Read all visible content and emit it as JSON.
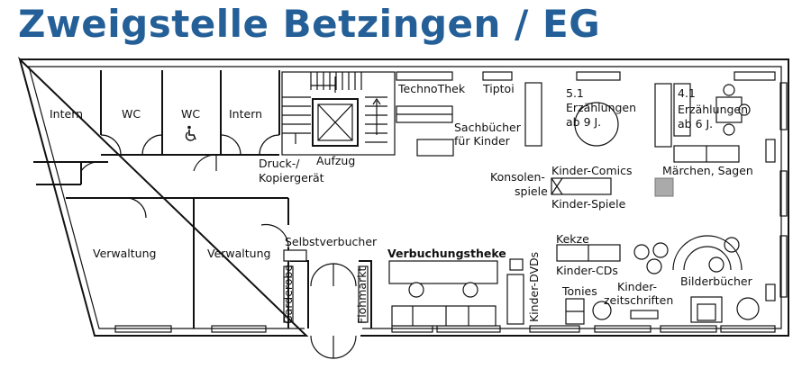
{
  "title": "Zweigstelle Betzingen / EG",
  "rooms": {
    "intern_left": "Intern",
    "wc_1": "WC",
    "wc_2": "WC",
    "intern_right": "Intern",
    "druck": "Druck-/",
    "kopiergeraet": "Kopiergerät",
    "aufzug": "Aufzug",
    "verwaltung_left": "Verwaltung",
    "verwaltung_right": "Verwaltung",
    "selbstverbucher": "Selbstverbucher",
    "garderobe": "Garderobe",
    "flohmarkt": "Flohmarkt"
  },
  "areas": {
    "technothek": "TechnoThek",
    "tiptoi": "Tiptoi",
    "sachbuecher_1": "Sachbücher",
    "sachbuecher_2": "für Kinder",
    "e51_num": "5.1",
    "e51_line1": "Erzählungen",
    "e51_line2": "ab 9 J.",
    "e41_num": "4.1",
    "e41_line1": "Erzählungen",
    "e41_line2": "ab 6 J.",
    "maerchen": "Märchen, Sagen",
    "konsolen_1": "Konsolen-",
    "konsolen_2": "spiele",
    "kinder_comics": "Kinder-Comics",
    "kinder_spiele": "Kinder-Spiele",
    "verbuchungstheke": "Verbuchungstheke",
    "kinder_dvds": "Kinder-DVDs",
    "kekze": "Kekze",
    "kinder_cds": "Kinder-CDs",
    "tonies": "Tonies",
    "kinderzeit_1": "Kinder-",
    "kinderzeit_2": "zeitschriften",
    "bilderbuecher": "Bilderbücher"
  },
  "colors": {
    "title": "#245f97",
    "lines": "#111111",
    "gray_box": "#aaaaaa"
  },
  "icons": {
    "wheelchair": "wheelchair-icon"
  }
}
